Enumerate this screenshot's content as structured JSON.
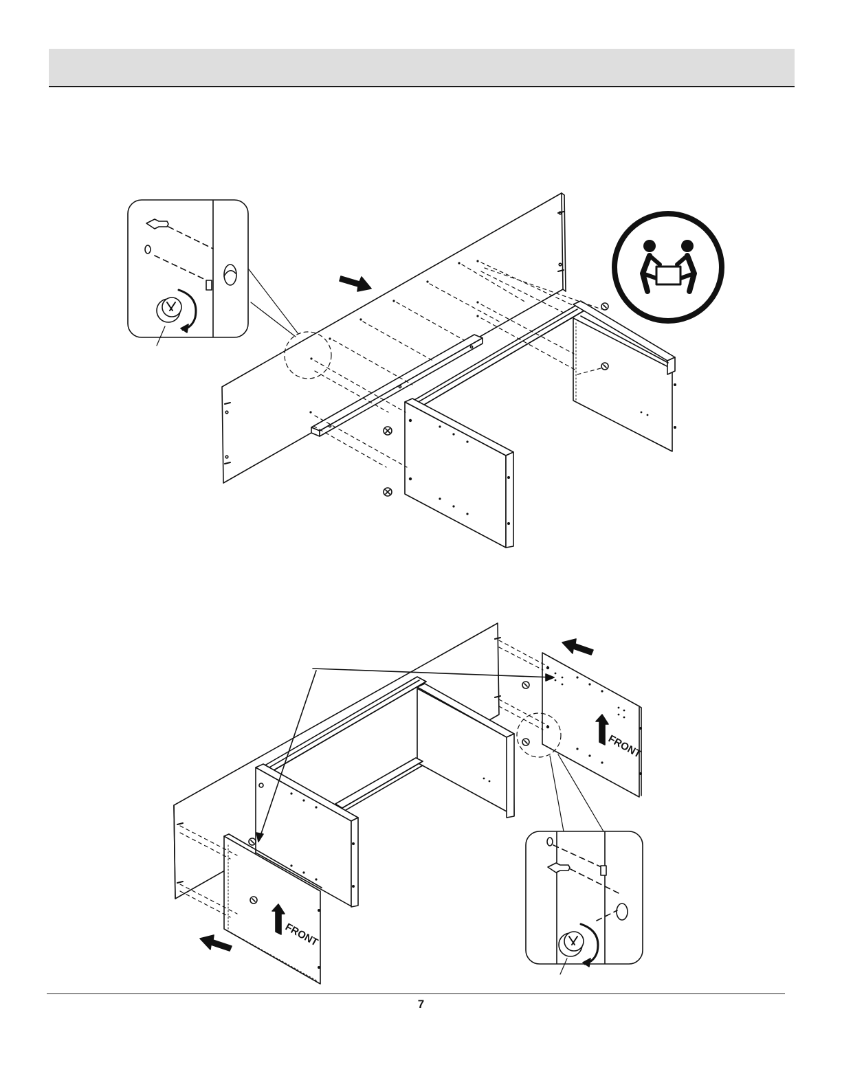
{
  "header": {
    "title": ""
  },
  "figures": {
    "top": {
      "lift_icon": "two-person-lift-icon"
    },
    "bottom": {
      "label_front_left": "FRONT",
      "label_front_right": "FRONT"
    }
  },
  "footer": {
    "page_number": "7"
  }
}
